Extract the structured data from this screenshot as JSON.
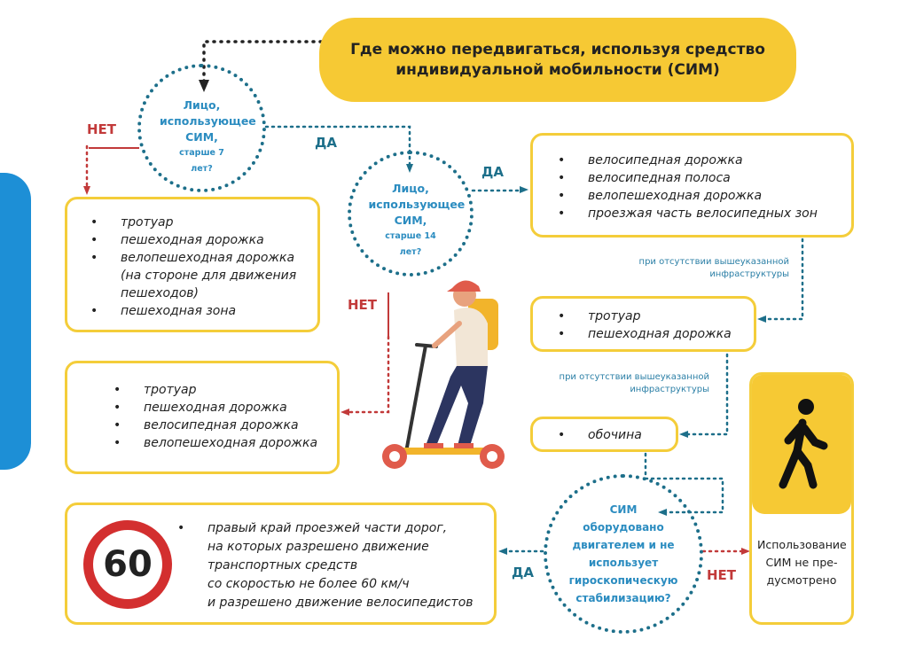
{
  "title": "Где можно передвигаться, используя средство индивидуальной мобильности (СИМ)",
  "q1": {
    "main": "Лицо, использующее СИМ,",
    "small": "старше 7 лет?"
  },
  "q2": {
    "main": "Лицо, использующее СИМ,",
    "small": "старше 14 лет?"
  },
  "q3": {
    "text": "СИМ оборудовано двигателем и не использует гироскопическую стабилизацию?"
  },
  "labels": {
    "no1": "НЕТ",
    "yes1": "ДА",
    "yes2": "ДА",
    "no2": "НЕТ",
    "yes3": "ДА",
    "no3": "НЕТ"
  },
  "box_under7": [
    "тротуар",
    "пешеходная дорожка",
    "велопешеходная дорожка",
    "(на стороне для движения пешеходов)",
    "пешеходная зона"
  ],
  "box_7to14": [
    "тротуар",
    "пешеходная дорожка",
    "велосипедная дорожка",
    "велопешеходная дорожка"
  ],
  "box_over14": [
    "велосипедная дорожка",
    "велосипедная полоса",
    "велопешеходная дорожка",
    "проезжая часть велосипедных зон"
  ],
  "note1": "при отсутствии вышеуказанной инфраструктуры",
  "box_fallback1": [
    "тротуар",
    "пешеходная дорожка"
  ],
  "note2": "при отсутствии вышеуказанной инфраструктуры",
  "box_fallback2": [
    "обочина"
  ],
  "speed_sign": "60",
  "box_road": [
    "правый край проезжей части дорог,",
    "на которых разрешено движение",
    "транспортных средств",
    "со скоростью не более 60 км/ч",
    "и разрешено движение велосипедистов"
  ],
  "not_allowed": "Использование СИМ не пре-дусмотрено",
  "colors": {
    "yellow": "#f6c934",
    "teal": "#1d6f8a",
    "blue": "#2b8cc0",
    "red": "#c23a3a",
    "side": "#1d8fd6"
  }
}
